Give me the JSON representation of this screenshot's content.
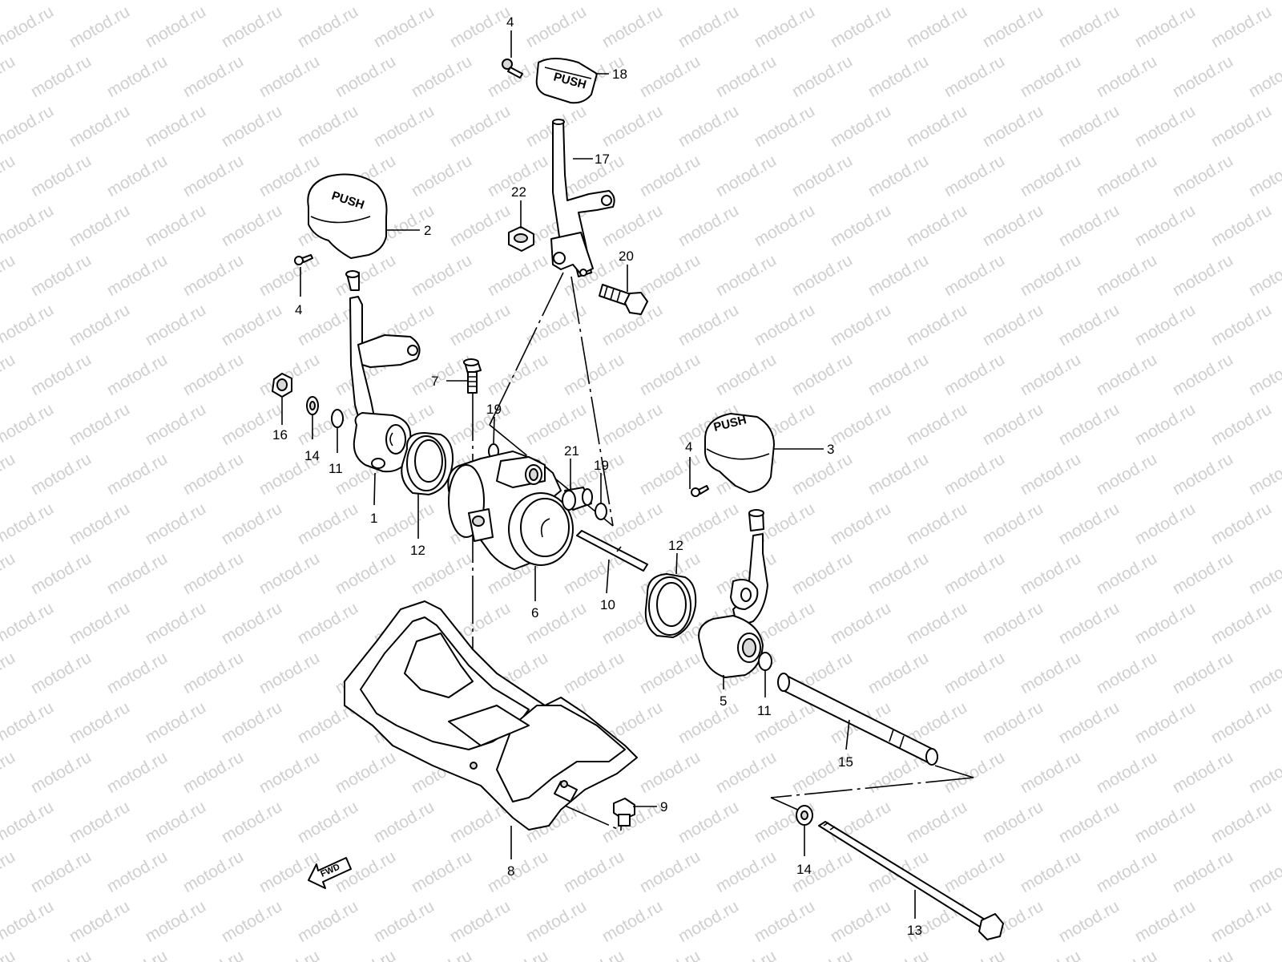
{
  "watermark": {
    "text": "motod.ru"
  },
  "callouts": [
    {
      "id": "c4a",
      "text": "4"
    },
    {
      "id": "c18",
      "text": "18"
    },
    {
      "id": "c17",
      "text": "17"
    },
    {
      "id": "c22",
      "text": "22"
    },
    {
      "id": "c2",
      "text": "2"
    },
    {
      "id": "c20",
      "text": "20"
    },
    {
      "id": "c4b",
      "text": "4"
    },
    {
      "id": "c7",
      "text": "7"
    },
    {
      "id": "c19a",
      "text": "19"
    },
    {
      "id": "c16",
      "text": "16"
    },
    {
      "id": "c14a",
      "text": "14"
    },
    {
      "id": "c11a",
      "text": "11"
    },
    {
      "id": "c1",
      "text": "1"
    },
    {
      "id": "c12a",
      "text": "12"
    },
    {
      "id": "c21",
      "text": "21"
    },
    {
      "id": "c19b",
      "text": "19"
    },
    {
      "id": "c4c",
      "text": "4"
    },
    {
      "id": "c3",
      "text": "3"
    },
    {
      "id": "c6",
      "text": "6"
    },
    {
      "id": "c10",
      "text": "10"
    },
    {
      "id": "c12b",
      "text": "12"
    },
    {
      "id": "c5",
      "text": "5"
    },
    {
      "id": "c11b",
      "text": "11"
    },
    {
      "id": "c15",
      "text": "15"
    },
    {
      "id": "c9",
      "text": "9"
    },
    {
      "id": "c8",
      "text": "8"
    },
    {
      "id": "c14b",
      "text": "14"
    },
    {
      "id": "c13",
      "text": "13"
    }
  ],
  "embossed": {
    "push_text": "PUSH",
    "fwd_text": "FWD"
  }
}
